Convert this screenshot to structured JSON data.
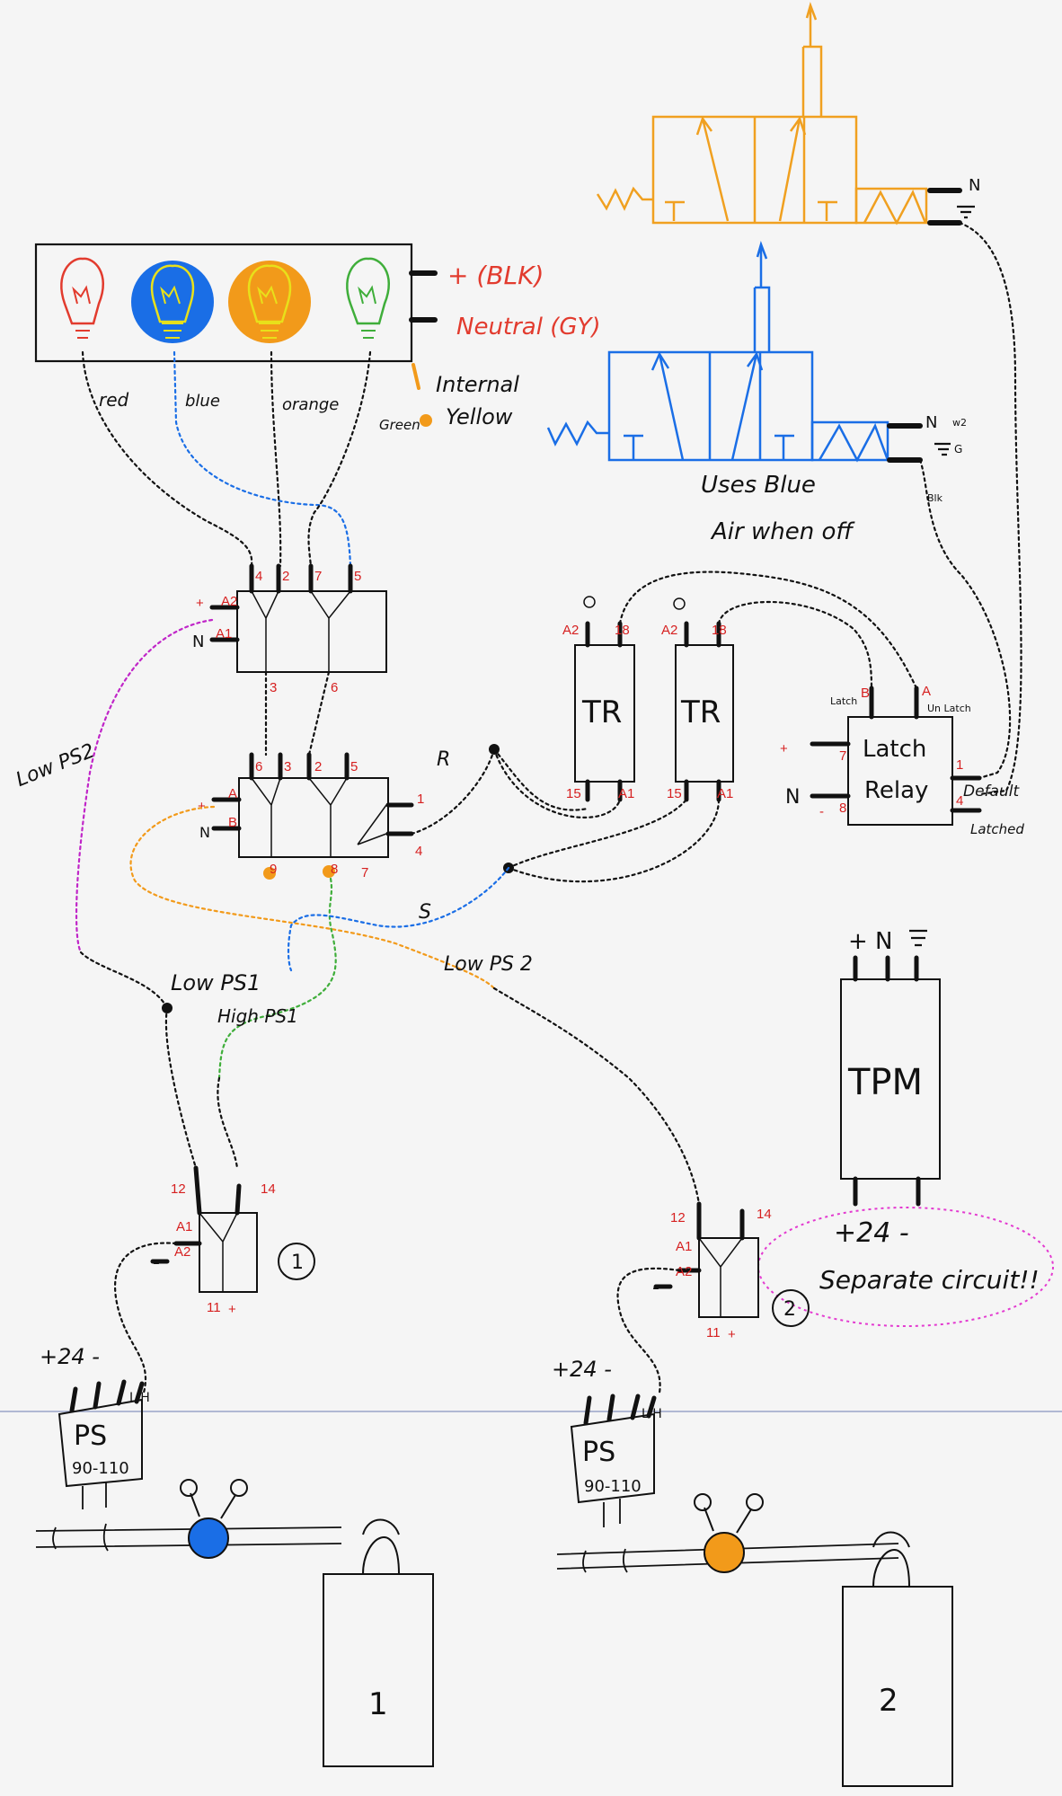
{
  "colors": {
    "red": "#e23b2e",
    "blue": "#1a6ee6",
    "orange": "#f29a1a",
    "green": "#3fae3a",
    "yellow": "#e8e01a",
    "magenta": "#c026c8",
    "pin_red": "#d62020",
    "ink": "#111111",
    "orange_valve": "#f0a020",
    "blue_valve": "#1a6ee6",
    "pink_dashed": "#e33ad0"
  },
  "lamp_panel": {
    "lamps": [
      "red",
      "blue",
      "orange",
      "green"
    ],
    "plus_label": "+ (BLK)",
    "neutral_label": "Neutral (GY)",
    "internal_label": "Internal",
    "yellow_label": "Yellow",
    "wire_labels": [
      "red",
      "blue",
      "orange",
      "Green"
    ]
  },
  "valves": {
    "top_terminal": "N",
    "blue_terminal": "N",
    "blue_terminal_note": "w2",
    "blue_ground": "G",
    "blk_label": "Blk",
    "uses_blue_air": "Uses Blue",
    "air_when_off": "Air when off"
  },
  "relay_upper": {
    "plus": "+",
    "n": "N",
    "pins": {
      "a2": "A2",
      "a1": "A1",
      "p4": "4",
      "p2": "2",
      "p7": "7",
      "p5": "5",
      "p3": "3",
      "p6": "6"
    }
  },
  "relay_lower": {
    "plus": "+",
    "n": "N",
    "pins": {
      "a": "A",
      "b": "B",
      "p6": "6",
      "p3": "3",
      "p2": "2",
      "p5": "5",
      "p1": "1",
      "p4": "4",
      "p9": "9",
      "p8": "8",
      "p7": "7"
    }
  },
  "labels": {
    "low_ps2_left": "Low PS2",
    "low_ps1": "Low PS1",
    "high_ps1": "High PS1",
    "low_ps2_mid": "Low PS 2",
    "r": "R",
    "s": "S",
    "separate_circuit": "Separate circuit!!",
    "plus24_neg": "+24 -"
  },
  "timers": [
    {
      "title": "TR",
      "a2": "A2",
      "p18": "18",
      "p15": "15",
      "a1": "A1"
    },
    {
      "title": "TR",
      "a2": "A2",
      "p18": "18",
      "p15": "15",
      "a1": "A1"
    }
  ],
  "latch_relay": {
    "line1": "Latch",
    "line2": "Relay",
    "latch": "Latch",
    "b": "B",
    "a": "A",
    "unlatch": "Un Latch",
    "p7": "7",
    "p8": "8",
    "p1": "1",
    "p4": "4",
    "plus": "+",
    "n": "N",
    "minus": "-",
    "default": "Default",
    "latched": "Latched"
  },
  "tpm": {
    "title": "TPM",
    "top_terms": "+ N",
    "supply": "+24 -"
  },
  "small_relays": [
    {
      "p12": "12",
      "p14": "14",
      "a1": "A1",
      "a2": "A2",
      "p11": "11",
      "plus": "+",
      "minus": "-",
      "id": "1"
    },
    {
      "p12": "12",
      "p14": "14",
      "a1": "A1",
      "a2": "A2",
      "p11": "11",
      "plus": "+",
      "minus": "-",
      "id": "2"
    }
  ],
  "pressure_switches": [
    {
      "supply": "+24 -",
      "terms": "L H",
      "line1": "PS",
      "line2": "90-110",
      "gauge": "blue"
    },
    {
      "supply": "+24 -",
      "terms": "L H",
      "line1": "PS",
      "line2": "90-110",
      "gauge": "orange"
    }
  ],
  "tanks": [
    "1",
    "2"
  ]
}
